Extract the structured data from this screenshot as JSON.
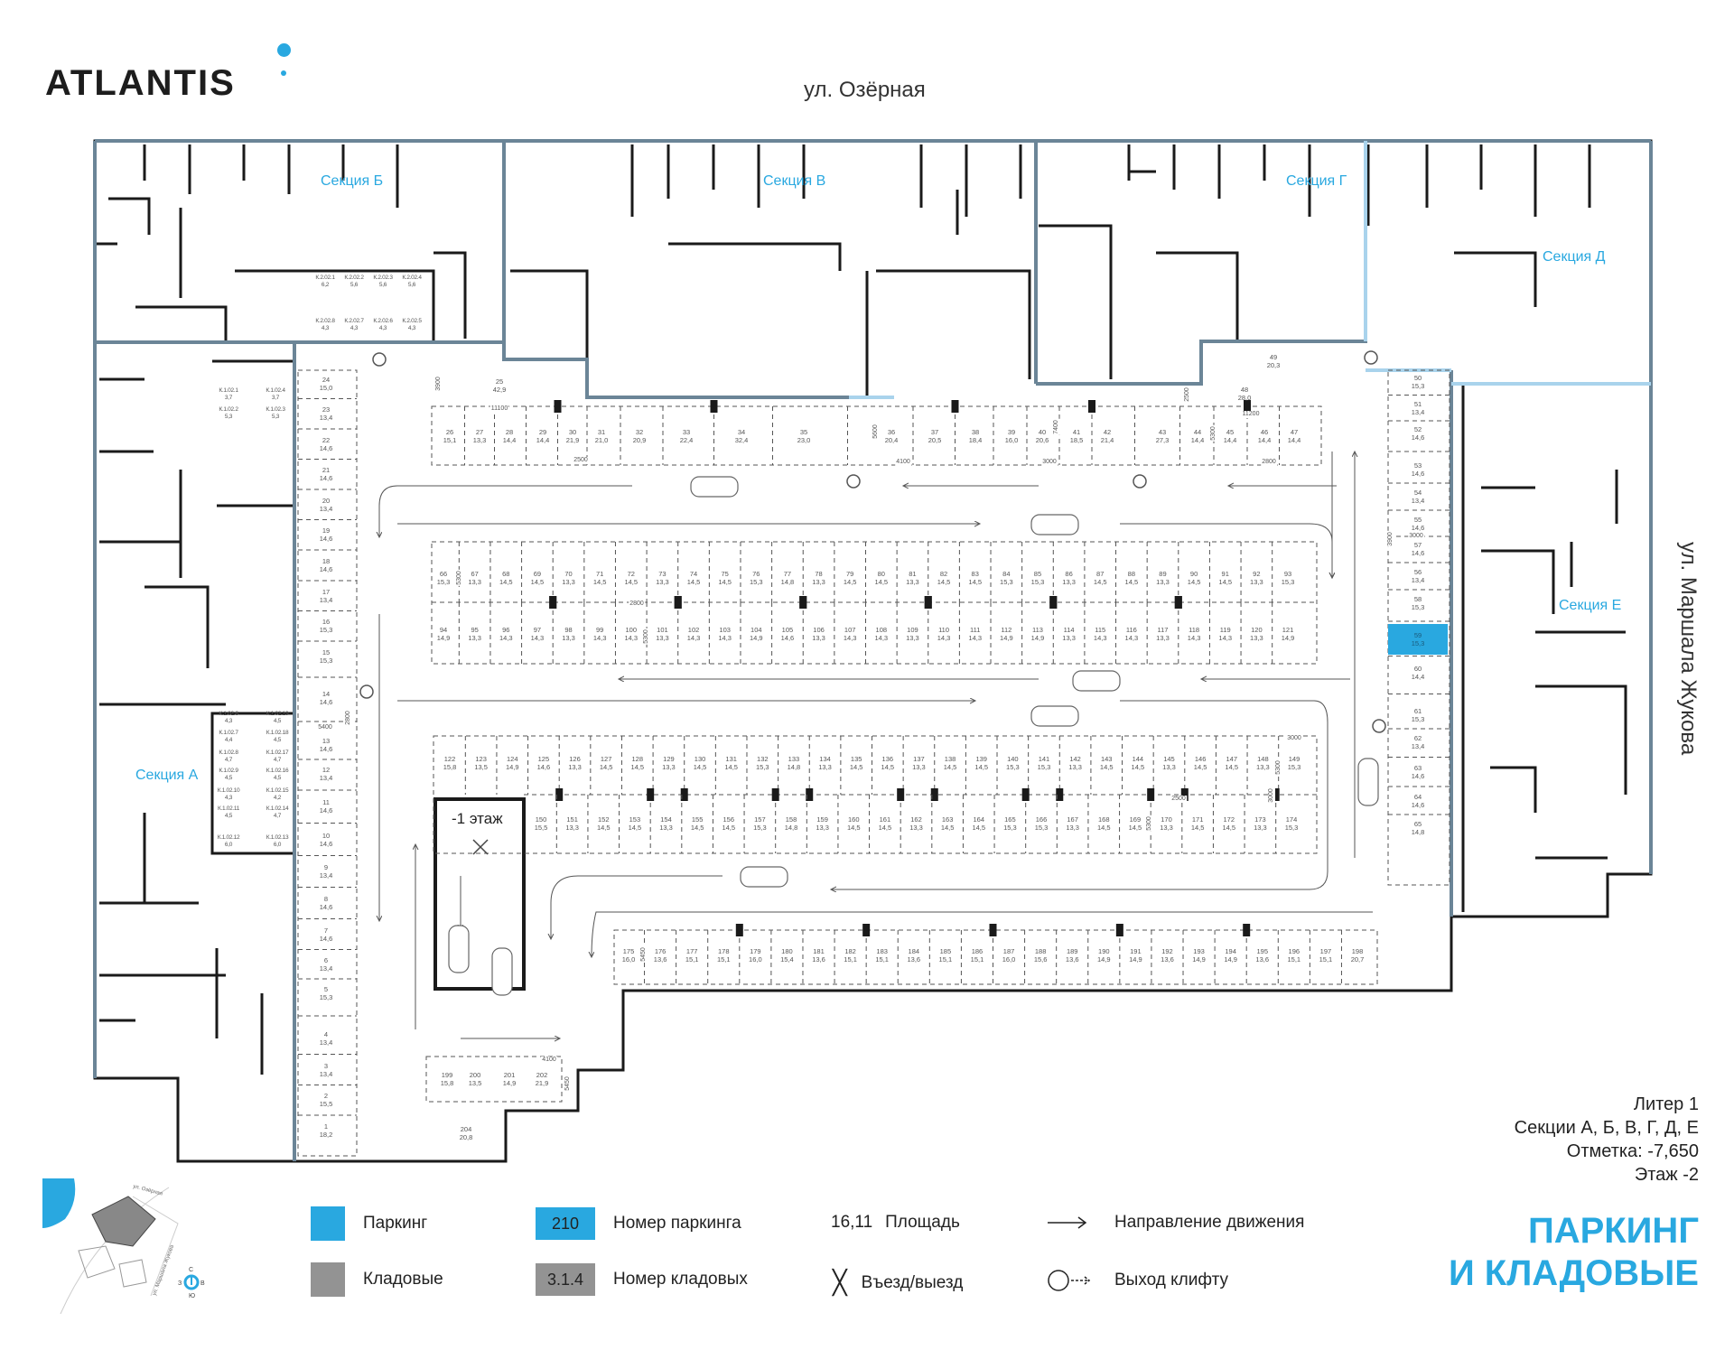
{
  "logo": {
    "text": "ATLANTIS"
  },
  "streets": {
    "north": "ул. Озёрная",
    "east": "ул. Маршала Жукова"
  },
  "sections": {
    "a": "Секция А",
    "b": "Секция Б",
    "v": "Секция В",
    "g": "Секция Г",
    "d": "Секция Д",
    "e": "Секция Е"
  },
  "floor_ramp_label": "-1 этаж",
  "parking": {
    "highlighted": "59",
    "top": [
      [
        "26",
        "15,1"
      ],
      [
        "27",
        "13,3"
      ],
      [
        "28",
        "14,4"
      ],
      [
        "29",
        "14,4"
      ],
      [
        "30",
        "21,9"
      ],
      [
        "31",
        "21,0"
      ],
      [
        "32",
        "20,9"
      ],
      [
        "33",
        "22,4"
      ],
      [
        "34",
        "32,4"
      ],
      [
        "35",
        "23,0"
      ],
      [
        "36",
        "20,4"
      ],
      [
        "37",
        "20,5"
      ],
      [
        "38",
        "18,4"
      ],
      [
        "39",
        "16,0"
      ],
      [
        "40",
        "20,6"
      ],
      [
        "41",
        "18,5"
      ],
      [
        "42",
        "21,4"
      ],
      [
        "43",
        "27,3"
      ],
      [
        "44",
        "14,4"
      ],
      [
        "45",
        "14,4"
      ],
      [
        "46",
        "14,4"
      ],
      [
        "47",
        "14,4"
      ]
    ],
    "r66": [
      [
        "66",
        "15,3"
      ],
      [
        "67",
        "13,3"
      ],
      [
        "68",
        "14,5"
      ],
      [
        "69",
        "14,5"
      ],
      [
        "70",
        "13,3"
      ],
      [
        "71",
        "14,5"
      ],
      [
        "72",
        "14,5"
      ],
      [
        "73",
        "13,3"
      ],
      [
        "74",
        "14,5"
      ],
      [
        "75",
        "14,5"
      ],
      [
        "76",
        "15,3"
      ],
      [
        "77",
        "14,8"
      ],
      [
        "78",
        "13,3"
      ],
      [
        "79",
        "14,5"
      ],
      [
        "80",
        "14,5"
      ],
      [
        "81",
        "13,3"
      ],
      [
        "82",
        "14,5"
      ],
      [
        "83",
        "14,5"
      ],
      [
        "84",
        "15,3"
      ],
      [
        "85",
        "15,3"
      ],
      [
        "86",
        "13,3"
      ],
      [
        "87",
        "14,5"
      ],
      [
        "88",
        "14,5"
      ],
      [
        "89",
        "13,3"
      ],
      [
        "90",
        "14,5"
      ],
      [
        "91",
        "14,5"
      ],
      [
        "92",
        "13,3"
      ],
      [
        "93",
        "15,3"
      ]
    ],
    "r94": [
      [
        "94",
        "14,9"
      ],
      [
        "95",
        "13,3"
      ],
      [
        "96",
        "14,3"
      ],
      [
        "97",
        "14,3"
      ],
      [
        "98",
        "13,3"
      ],
      [
        "99",
        "14,3"
      ],
      [
        "100",
        "14,3"
      ],
      [
        "101",
        "13,3"
      ],
      [
        "102",
        "14,3"
      ],
      [
        "103",
        "14,3"
      ],
      [
        "104",
        "14,9"
      ],
      [
        "105",
        "14,6"
      ],
      [
        "106",
        "13,3"
      ],
      [
        "107",
        "14,3"
      ],
      [
        "108",
        "14,3"
      ],
      [
        "109",
        "13,3"
      ],
      [
        "110",
        "14,3"
      ],
      [
        "111",
        "14,3"
      ],
      [
        "112",
        "14,9"
      ],
      [
        "113",
        "14,9"
      ],
      [
        "114",
        "13,3"
      ],
      [
        "115",
        "14,3"
      ],
      [
        "116",
        "14,3"
      ],
      [
        "117",
        "13,3"
      ],
      [
        "118",
        "14,3"
      ],
      [
        "119",
        "14,3"
      ],
      [
        "120",
        "13,3"
      ],
      [
        "121",
        "14,9"
      ]
    ],
    "r122": [
      [
        "122",
        "15,8"
      ],
      [
        "123",
        "13,5"
      ],
      [
        "124",
        "14,9"
      ],
      [
        "125",
        "14,6"
      ],
      [
        "126",
        "13,3"
      ],
      [
        "127",
        "14,5"
      ],
      [
        "128",
        "14,5"
      ],
      [
        "129",
        "13,3"
      ],
      [
        "130",
        "14,5"
      ],
      [
        "131",
        "14,5"
      ],
      [
        "132",
        "15,3"
      ],
      [
        "133",
        "14,8"
      ],
      [
        "134",
        "13,3"
      ],
      [
        "135",
        "14,5"
      ],
      [
        "136",
        "14,5"
      ],
      [
        "137",
        "13,3"
      ],
      [
        "138",
        "14,5"
      ],
      [
        "139",
        "14,5"
      ],
      [
        "140",
        "15,3"
      ],
      [
        "141",
        "15,3"
      ],
      [
        "142",
        "13,3"
      ],
      [
        "143",
        "14,5"
      ],
      [
        "144",
        "14,5"
      ],
      [
        "145",
        "13,3"
      ],
      [
        "146",
        "14,5"
      ],
      [
        "147",
        "14,5"
      ],
      [
        "148",
        "13,3"
      ],
      [
        "149",
        "15,3"
      ]
    ],
    "r150": [
      [
        "150",
        "15,5"
      ],
      [
        "151",
        "13,3"
      ],
      [
        "152",
        "14,5"
      ],
      [
        "153",
        "14,5"
      ],
      [
        "154",
        "13,3"
      ],
      [
        "155",
        "14,5"
      ],
      [
        "156",
        "14,5"
      ],
      [
        "157",
        "15,3"
      ],
      [
        "158",
        "14,8"
      ],
      [
        "159",
        "13,3"
      ],
      [
        "160",
        "14,5"
      ],
      [
        "161",
        "14,5"
      ],
      [
        "162",
        "13,3"
      ],
      [
        "163",
        "14,5"
      ],
      [
        "164",
        "14,5"
      ],
      [
        "165",
        "15,3"
      ],
      [
        "166",
        "15,3"
      ],
      [
        "167",
        "13,3"
      ],
      [
        "168",
        "14,5"
      ],
      [
        "169",
        "14,5"
      ],
      [
        "170",
        "13,3"
      ],
      [
        "171",
        "14,5"
      ],
      [
        "172",
        "14,5"
      ],
      [
        "173",
        "13,3"
      ],
      [
        "174",
        "15,3"
      ]
    ],
    "r175": [
      [
        "175",
        "16,0"
      ],
      [
        "176",
        "13,6"
      ],
      [
        "177",
        "15,1"
      ],
      [
        "178",
        "15,1"
      ],
      [
        "179",
        "16,0"
      ],
      [
        "180",
        "15,4"
      ],
      [
        "181",
        "13,6"
      ],
      [
        "182",
        "15,1"
      ],
      [
        "183",
        "15,1"
      ],
      [
        "184",
        "13,6"
      ],
      [
        "185",
        "15,1"
      ],
      [
        "186",
        "15,1"
      ],
      [
        "187",
        "16,0"
      ],
      [
        "188",
        "15,6"
      ],
      [
        "189",
        "13,6"
      ],
      [
        "190",
        "14,9"
      ],
      [
        "191",
        "14,9"
      ],
      [
        "192",
        "13,6"
      ],
      [
        "193",
        "14,9"
      ],
      [
        "194",
        "14,9"
      ],
      [
        "195",
        "13,6"
      ],
      [
        "196",
        "15,1"
      ],
      [
        "197",
        "15,1"
      ],
      [
        "198",
        "20,7"
      ]
    ],
    "left": [
      [
        "1",
        "18,2"
      ],
      [
        "2",
        "15,5"
      ],
      [
        "3",
        "13,4"
      ],
      [
        "4",
        "13,4"
      ],
      [
        "5",
        "15,3"
      ],
      [
        "6",
        "13,4"
      ],
      [
        "7",
        "14,6"
      ],
      [
        "8",
        "14,6"
      ],
      [
        "9",
        "13,4"
      ],
      [
        "10",
        "14,6"
      ],
      [
        "11",
        "14,6"
      ],
      [
        "12",
        "13,4"
      ],
      [
        "13",
        "14,6"
      ],
      [
        "14",
        "14,6"
      ],
      [
        "15",
        "15,3"
      ],
      [
        "16",
        "15,3"
      ],
      [
        "17",
        "13,4"
      ],
      [
        "18",
        "14,6"
      ],
      [
        "19",
        "14,6"
      ],
      [
        "20",
        "13,4"
      ],
      [
        "21",
        "14,6"
      ],
      [
        "22",
        "14,6"
      ],
      [
        "23",
        "13,4"
      ],
      [
        "24",
        "15,0"
      ]
    ],
    "right": [
      [
        "50",
        "15,3"
      ],
      [
        "51",
        "13,4"
      ],
      [
        "52",
        "14,6"
      ],
      [
        "53",
        "14,6"
      ],
      [
        "54",
        "13,4"
      ],
      [
        "55",
        "14,6"
      ],
      [
        "57",
        "14,6"
      ],
      [
        "56",
        "13,4"
      ],
      [
        "58",
        "15,3"
      ],
      [
        "59",
        "15,3"
      ],
      [
        "60",
        "14,4"
      ],
      [
        "61",
        "15,3"
      ],
      [
        "62",
        "13,4"
      ],
      [
        "63",
        "14,6"
      ],
      [
        "64",
        "14,6"
      ],
      [
        "65",
        "14,8"
      ]
    ],
    "extra": [
      [
        "25",
        "42,9"
      ],
      [
        "48",
        "28,0"
      ],
      [
        "49",
        "20,3"
      ],
      [
        "199",
        "15,8"
      ],
      [
        "200",
        "13,5"
      ],
      [
        "201",
        "14,9"
      ],
      [
        "202",
        "21,9"
      ],
      [
        "204",
        "20,8"
      ]
    ]
  },
  "storage": {
    "section_b": [
      [
        "К.2.02.1",
        "6,2"
      ],
      [
        "К.2.02.2",
        "5,6"
      ],
      [
        "К.2.02.3",
        "5,6"
      ],
      [
        "К.2.02.4",
        "5,6"
      ],
      [
        "К.2.02.8",
        "4,3"
      ],
      [
        "К.2.02.7",
        "4,3"
      ],
      [
        "К.2.02.6",
        "4,3"
      ],
      [
        "К.2.02.5",
        "4,3"
      ]
    ],
    "section_a_top": [
      [
        "К.1.02.1",
        "3,7"
      ],
      [
        "К.1.02.4",
        "3,7"
      ],
      [
        "К.1.02.2",
        "5,3"
      ],
      [
        "К.1.02.3",
        "5,3"
      ]
    ],
    "section_a_left": [
      [
        "К.1.02.6",
        "4,3"
      ],
      [
        "К.1.02.7",
        "4,4"
      ],
      [
        "К.1.02.8",
        "4,7"
      ],
      [
        "К.1.02.9",
        "4,5"
      ],
      [
        "К.1.02.10",
        "4,3"
      ],
      [
        "К.1.02.11",
        "4,5"
      ],
      [
        "К.1.02.12",
        "6,0"
      ]
    ],
    "section_a_right": [
      [
        "К.1.02.19",
        "4,5"
      ],
      [
        "К.1.02.18",
        "4,5"
      ],
      [
        "К.1.02.17",
        "4,7"
      ],
      [
        "К.1.02.16",
        "4,5"
      ],
      [
        "К.1.02.15",
        "4,2"
      ],
      [
        "К.1.02.14",
        "4,7"
      ],
      [
        "К.1.02.13",
        "6,0"
      ]
    ]
  },
  "dimensions": [
    "3900",
    "11100",
    "5600",
    "2500",
    "4100",
    "3000",
    "7400",
    "2500",
    "11200",
    "5300",
    "2800",
    "5300",
    "2800",
    "3900",
    "3000",
    "5400",
    "2800",
    "5300",
    "3000",
    "2500",
    "5300",
    "5300",
    "3000",
    "5450",
    "4100",
    "5450"
  ],
  "info": {
    "lines": [
      "Литер 1",
      "Секции А, Б, В, Г, Д, Е",
      "Отметка:  -7,650",
      "Этаж  -2"
    ]
  },
  "title": {
    "line1": "ПАРКИНГ",
    "line2": "И КЛАДОВЫЕ"
  },
  "legend": {
    "parking": "Паркинг",
    "storage": "Кладовые",
    "parking_number_sample": "210",
    "parking_number": "Номер паркинга",
    "storage_number_sample": "3.1.4",
    "storage_number": "Номер кладовых",
    "area_sample": "16,11",
    "area": "Площадь",
    "direction": "Направление движения",
    "entry_exit": "Въезд/выезд",
    "elevator_exit": "Выход клифту"
  },
  "minimap": {
    "street_n": "ул. Озёрная",
    "street_e": "ул. Маршала Жукова",
    "compass": {
      "n": "С",
      "w": "З",
      "e": "В",
      "s": "Ю"
    }
  },
  "colors": {
    "parking": "#29a8e0",
    "storage": "#939393",
    "section_border": "#6b8597",
    "section_border_light": "#a9d3ec"
  }
}
